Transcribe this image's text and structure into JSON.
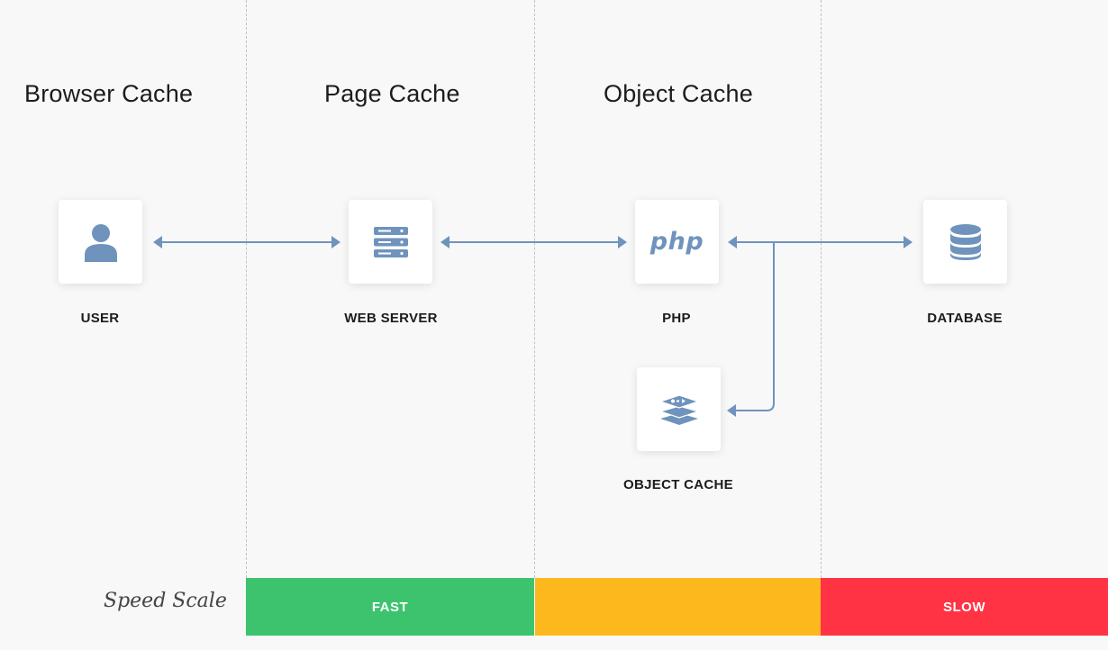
{
  "sections": {
    "browser_cache": "Browser Cache",
    "page_cache": "Page Cache",
    "object_cache": "Object Cache"
  },
  "nodes": {
    "user": {
      "label": "USER",
      "icon": "user-icon"
    },
    "web_server": {
      "label": "WEB SERVER",
      "icon": "server-icon"
    },
    "php": {
      "label": "PHP",
      "icon": "php-icon",
      "icon_text": "php"
    },
    "database": {
      "label": "DATABASE",
      "icon": "database-icon"
    },
    "object_cache": {
      "label": "OBJECT CACHE",
      "icon": "stack-icon"
    }
  },
  "speed_scale": {
    "label": "Speed Scale",
    "segments": [
      {
        "label": "FAST",
        "color": "#3dc36e"
      },
      {
        "label": "",
        "color": "#fdb81e"
      },
      {
        "label": "SLOW",
        "color": "#ff3344"
      }
    ]
  },
  "colors": {
    "icon": "#6f93bd",
    "arrow": "#6f93bd",
    "text": "#1c1c1c",
    "background": "#f8f8f8"
  }
}
